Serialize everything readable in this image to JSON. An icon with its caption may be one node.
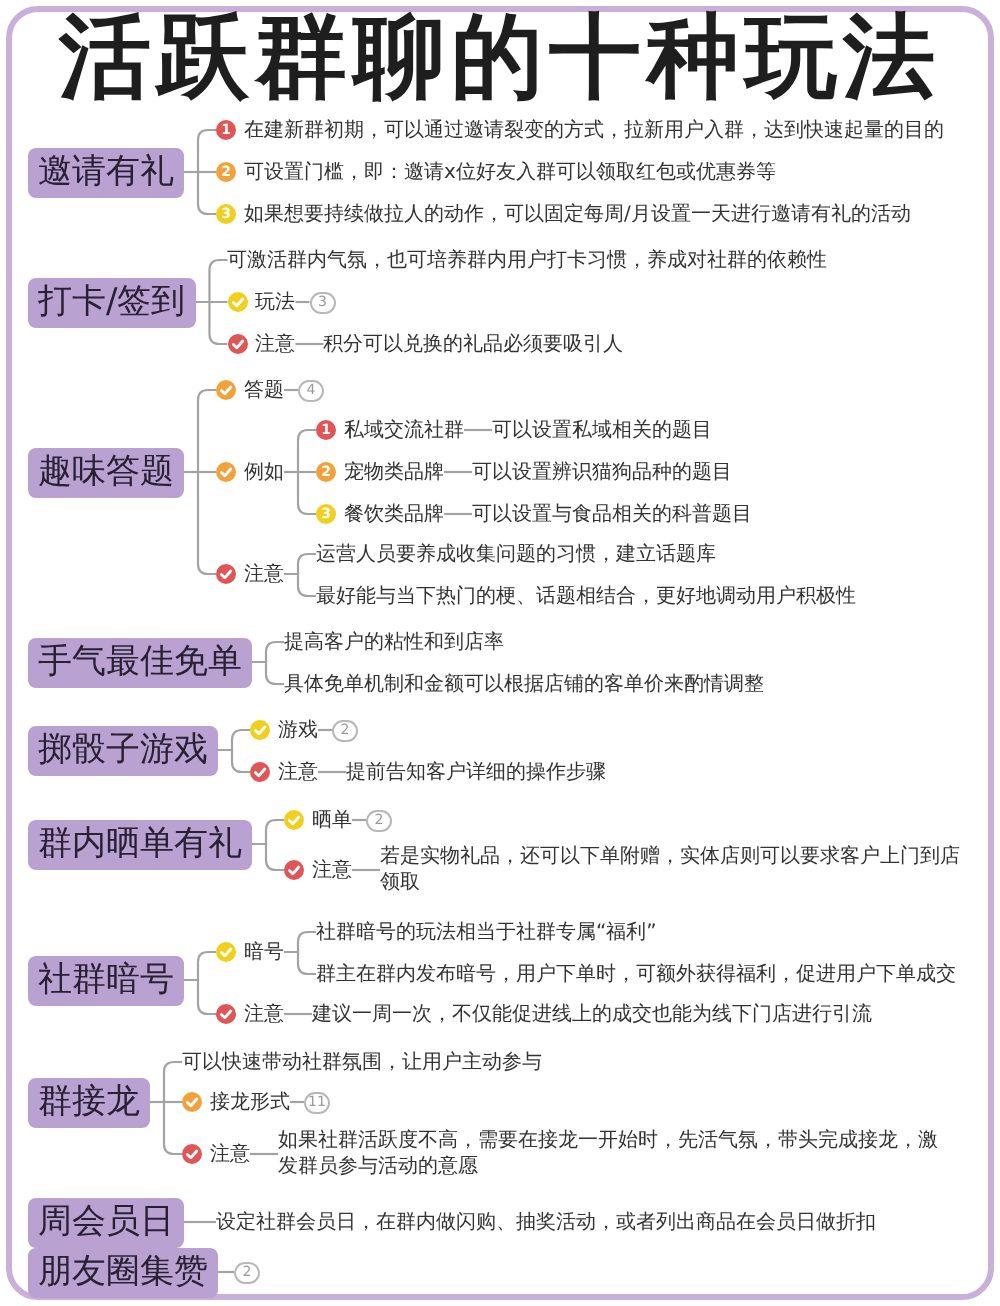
{
  "diagram": {
    "title": "活跃群聊的十种玩法",
    "nodes": [
      {
        "text": [
          "邀请有礼"
        ]
      },
      {
        "text": [
          "在建新群初期，可以通过邀请裂变的方式，拉新用户入群，达到快速起量的目的"
        ]
      },
      {
        "text": [
          "可设置门槛，即：邀请x位好友入群可以领取红包或优惠券等"
        ]
      },
      {
        "text": [
          "如果想要持续做拉人的动作，可以固定每周/月设置一天进行邀请有礼的活动"
        ]
      },
      {
        "text": [
          "打卡/签到"
        ]
      },
      {
        "text": [
          "可激活群内气氛，也可培养群内用户打卡习惯，养成对社群的依赖性"
        ]
      },
      {
        "text": [
          "玩法"
        ]
      },
      {
        "text": [
          "3"
        ]
      },
      {
        "text": [
          "注意"
        ]
      },
      {
        "text": [
          "积分可以兑换的礼品必须要吸引人"
        ]
      },
      {
        "text": [
          "趣味答题"
        ]
      },
      {
        "text": [
          "答题"
        ]
      },
      {
        "text": [
          "4"
        ]
      },
      {
        "text": [
          "例如"
        ]
      },
      {
        "text": [
          "私域交流社群"
        ]
      },
      {
        "text": [
          "可以设置私域相关的题目"
        ]
      },
      {
        "text": [
          "宠物类品牌"
        ]
      },
      {
        "text": [
          "可以设置辨识猫狗品种的题目"
        ]
      },
      {
        "text": [
          "餐饮类品牌"
        ]
      },
      {
        "text": [
          "可以设置与食品相关的科普题目"
        ]
      },
      {
        "text": [
          "注意"
        ]
      },
      {
        "text": [
          "运营人员要养成收集问题的习惯，建立话题库"
        ]
      },
      {
        "text": [
          "最好能与当下热门的梗、话题相结合，更好地调动用户积极性"
        ]
      },
      {
        "text": [
          "手气最佳免单"
        ]
      },
      {
        "text": [
          "提高客户的粘性和到店率"
        ]
      },
      {
        "text": [
          "具体免单机制和金额可以根据店铺的客单价来酌情调整"
        ]
      },
      {
        "text": [
          "掷骰子游戏"
        ]
      },
      {
        "text": [
          "游戏"
        ]
      },
      {
        "text": [
          "2"
        ]
      },
      {
        "text": [
          "注意"
        ]
      },
      {
        "text": [
          "提前告知客户详细的操作步骤"
        ]
      },
      {
        "text": [
          "群内晒单有礼"
        ]
      },
      {
        "text": [
          "晒单"
        ]
      },
      {
        "text": [
          "2"
        ]
      },
      {
        "text": [
          "注意"
        ]
      },
      {
        "text": [
          "若是实物礼品，还可以下单附赠，实体店则可以要求客户上门到店领取"
        ]
      },
      {
        "text": [
          "社群暗号"
        ]
      },
      {
        "text": [
          "暗号"
        ]
      },
      {
        "text": [
          "社群暗号的玩法相当于社群专属“福利”"
        ]
      },
      {
        "text": [
          "群主在群内发布暗号，用户下单时，可额外获得福利，促进用户下单成交"
        ]
      },
      {
        "text": [
          "注意"
        ]
      },
      {
        "text": [
          "建议一周一次，不仅能促进线上的成交也能为线下门店进行引流"
        ]
      },
      {
        "text": [
          "群接龙"
        ]
      },
      {
        "text": [
          "可以快速带动社群氛围，让用户主动参与"
        ]
      },
      {
        "text": [
          "接龙形式"
        ]
      },
      {
        "text": [
          "11"
        ]
      },
      {
        "text": [
          "注意"
        ]
      },
      {
        "text": [
          "如果社群活跃度不高，需要在接龙一开始时，先活气氛，带头完成接龙，激发群员参与活动的意愿"
        ]
      },
      {
        "text": [
          "周会员日"
        ]
      },
      {
        "text": [
          "设定社群会员日，在群内做闪购、抽奖活动，或者列出商品在会员日做折扣"
        ]
      },
      {
        "text": [
          "朋友圈集赞"
        ]
      },
      {
        "text": [
          "2"
        ]
      }
    ],
    "edges": [
      {
        "from": 0,
        "to": 1,
        "arrow": "none"
      },
      {
        "from": 0,
        "to": 2,
        "arrow": "none"
      },
      {
        "from": 0,
        "to": 3,
        "arrow": "none"
      },
      {
        "from": 4,
        "to": 5,
        "arrow": "none"
      },
      {
        "from": 4,
        "to": 6,
        "arrow": "none"
      },
      {
        "from": 6,
        "to": 7,
        "arrow": "none"
      },
      {
        "from": 4,
        "to": 8,
        "arrow": "none"
      },
      {
        "from": 8,
        "to": 9,
        "arrow": "none"
      },
      {
        "from": 10,
        "to": 11,
        "arrow": "none"
      },
      {
        "from": 11,
        "to": 12,
        "arrow": "none"
      },
      {
        "from": 10,
        "to": 13,
        "arrow": "none"
      },
      {
        "from": 13,
        "to": 14,
        "arrow": "none"
      },
      {
        "from": 14,
        "to": 15,
        "arrow": "none"
      },
      {
        "from": 13,
        "to": 16,
        "arrow": "none"
      },
      {
        "from": 16,
        "to": 17,
        "arrow": "none"
      },
      {
        "from": 13,
        "to": 18,
        "arrow": "none"
      },
      {
        "from": 18,
        "to": 19,
        "arrow": "none"
      },
      {
        "from": 10,
        "to": 20,
        "arrow": "none"
      },
      {
        "from": 20,
        "to": 21,
        "arrow": "none"
      },
      {
        "from": 20,
        "to": 22,
        "arrow": "none"
      },
      {
        "from": 23,
        "to": 24,
        "arrow": "none"
      },
      {
        "from": 23,
        "to": 25,
        "arrow": "none"
      },
      {
        "from": 26,
        "to": 27,
        "arrow": "none"
      },
      {
        "from": 27,
        "to": 28,
        "arrow": "none"
      },
      {
        "from": 26,
        "to": 29,
        "arrow": "none"
      },
      {
        "from": 29,
        "to": 30,
        "arrow": "none"
      },
      {
        "from": 31,
        "to": 32,
        "arrow": "none"
      },
      {
        "from": 32,
        "to": 33,
        "arrow": "none"
      },
      {
        "from": 31,
        "to": 34,
        "arrow": "none"
      },
      {
        "from": 34,
        "to": 35,
        "arrow": "none"
      },
      {
        "from": 36,
        "to": 37,
        "arrow": "none"
      },
      {
        "from": 37,
        "to": 38,
        "arrow": "none"
      },
      {
        "from": 37,
        "to": 39,
        "arrow": "none"
      },
      {
        "from": 36,
        "to": 40,
        "arrow": "none"
      },
      {
        "from": 40,
        "to": 41,
        "arrow": "none"
      },
      {
        "from": 42,
        "to": 43,
        "arrow": "none"
      },
      {
        "from": 42,
        "to": 44,
        "arrow": "none"
      },
      {
        "from": 44,
        "to": 45,
        "arrow": "none"
      },
      {
        "from": 42,
        "to": 46,
        "arrow": "none"
      },
      {
        "from": 46,
        "to": 47,
        "arrow": "none"
      },
      {
        "from": 48,
        "to": 49,
        "arrow": "none"
      },
      {
        "from": 50,
        "to": 51,
        "arrow": "none"
      }
    ],
    "labels": [
      "1",
      "2",
      "3",
      "1",
      "2",
      "3"
    ]
  }
}
